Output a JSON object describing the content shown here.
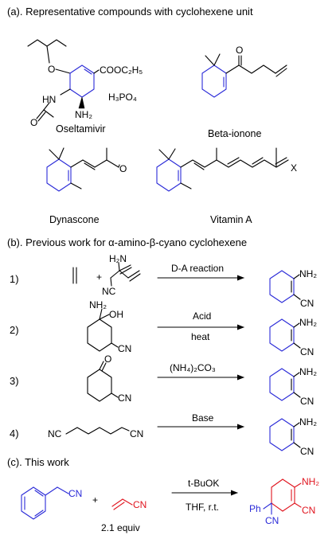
{
  "colors": {
    "black": "#000000",
    "blue": "#2a2ad8",
    "red": "#e0141e"
  },
  "section_a": {
    "heading": "(a). Representative compounds with cyclohexene unit",
    "oseltamivir": {
      "caption": "Oseltamivir",
      "ester": "COOC₂H₅",
      "acid": "H₃PO₄",
      "hn": "HN",
      "nh2": "NH₂",
      "o_ether": "O",
      "o_amide": "O"
    },
    "beta_ionone": {
      "caption": "Beta-ionone",
      "o": "O"
    },
    "dynascone": {
      "caption": "Dynascone",
      "o": "O"
    },
    "vitamin_a": {
      "caption": "Vitamin A",
      "x": "X"
    }
  },
  "section_b": {
    "heading": "(b). Previous work for  α-amino-β-cyano cyclohexene",
    "rows": [
      {
        "num": "1)",
        "arrow_top": "D-A reaction",
        "arrow_bottom": "",
        "h2n": "H₂N",
        "nc": "NC",
        "plus": "+"
      },
      {
        "num": "2)",
        "arrow_top": "Acid",
        "arrow_bottom": "heat",
        "nh2": "NH₂",
        "oh": "OH",
        "cn": "CN"
      },
      {
        "num": "3)",
        "arrow_top": "(NH₄)₂CO₃",
        "arrow_bottom": "",
        "o": "O",
        "cn": "CN"
      },
      {
        "num": "4)",
        "arrow_top": "Base",
        "arrow_bottom": "",
        "nc": "NC",
        "cn": "CN"
      }
    ],
    "product": {
      "nh2": "NH₂",
      "cn": "CN"
    }
  },
  "section_c": {
    "heading": "(c). This work",
    "sm_cn": "CN",
    "plus": "+",
    "acrylo_cn": "CN",
    "equiv": "2.1 equiv",
    "arrow_top": "t-BuOK",
    "arrow_bottom": "THF, r.t.",
    "product": {
      "nh2": "NH₂",
      "cn_right": "CN",
      "cn_bottom": "CN",
      "ph": "Ph"
    }
  }
}
